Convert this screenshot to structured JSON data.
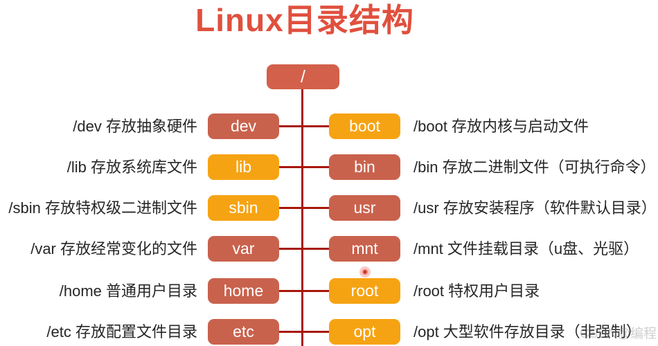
{
  "title": "Linux目录结构",
  "colors": {
    "title": "#e0503e",
    "line": "#a81608",
    "terracotta": "#c9624d",
    "orange": "#f6a313",
    "root_box": "#d2604a"
  },
  "root": {
    "label": "/"
  },
  "rows": [
    {
      "left": {
        "name": "dev",
        "color": "#c9624d",
        "desc": "/dev 存放抽象硬件"
      },
      "right": {
        "name": "boot",
        "color": "#f6a313",
        "desc": "/boot 存放内核与启动文件"
      }
    },
    {
      "left": {
        "name": "lib",
        "color": "#f6a313",
        "desc": "/lib 存放系统库文件"
      },
      "right": {
        "name": "bin",
        "color": "#c9624d",
        "desc": "/bin 存放二进制文件（可执行命令）"
      }
    },
    {
      "left": {
        "name": "sbin",
        "color": "#f6a313",
        "desc": "/sbin 存放特权级二进制文件"
      },
      "right": {
        "name": "usr",
        "color": "#c9624d",
        "desc": "/usr 存放安装程序（软件默认目录）"
      }
    },
    {
      "left": {
        "name": "var",
        "color": "#c9624d",
        "desc": "/var 存放经常变化的文件"
      },
      "right": {
        "name": "mnt",
        "color": "#c9624d",
        "desc": "/mnt 文件挂载目录（u盘、光驱）"
      }
    },
    {
      "left": {
        "name": "home",
        "color": "#c9624d",
        "desc": "/home 普通用户目录"
      },
      "right": {
        "name": "root",
        "color": "#f6a313",
        "desc": "/root 特权用户目录"
      }
    },
    {
      "left": {
        "name": "etc",
        "color": "#c9624d",
        "desc": "/etc 存放配置文件目录"
      },
      "right": {
        "name": "opt",
        "color": "#f6a313",
        "desc": "/opt 大型软件存放目录（非强制）"
      }
    }
  ],
  "watermark": "CSDN@编程"
}
